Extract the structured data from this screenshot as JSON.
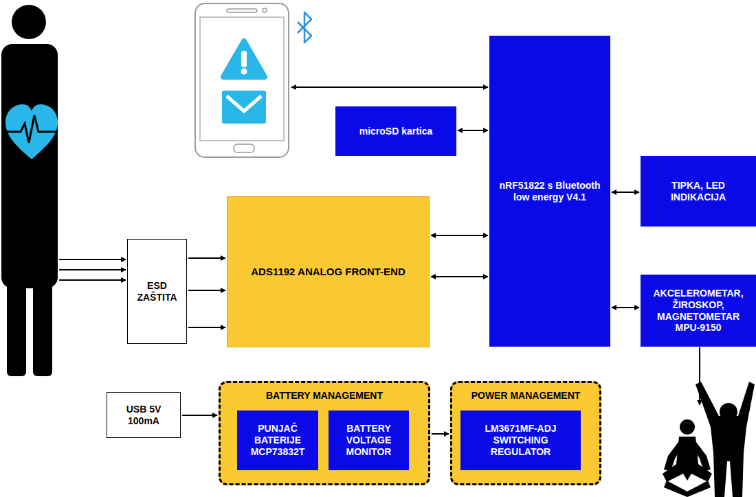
{
  "diagram": {
    "nodes": [
      {
        "text": [
          "microSD kartica"
        ]
      },
      {
        "text": [
          "nRF51822 s Bluetooth low energy V4.1"
        ]
      },
      {
        "text": [
          "TIPKA, LED INDIKACIJA"
        ]
      },
      {
        "text": [
          "ESD ZAŠTITA"
        ]
      },
      {
        "text": [
          "ADS1192 ANALOG FRONT-END"
        ]
      },
      {
        "text": [
          "AKCELEROMETAR, ŽIROSKOP, MAGNETOMETAR MPU-9150"
        ]
      },
      {
        "text": [
          "USB 5V 100mA"
        ]
      },
      {
        "text": [
          "BATTERY MANAGEMENT"
        ]
      },
      {
        "text": [
          "PUNJAČ BATERIJE MCP73832T"
        ],
        "in": 7
      },
      {
        "text": [
          "BATTERY VOLTAGE MONITOR"
        ],
        "in": 7
      },
      {
        "text": [
          "POWER MANAGEMENT"
        ]
      },
      {
        "text": [
          "LM3671MF-ADJ SWITCHING REGULATOR"
        ],
        "in": 10
      }
    ],
    "edges": [
      {
        "from": 0,
        "to": 1,
        "arrow": "both"
      },
      {
        "from": 1,
        "to": 2,
        "arrow": "both"
      },
      {
        "from": 3,
        "to": 4,
        "arrow": "to"
      },
      {
        "from": 3,
        "to": 4,
        "arrow": "to"
      },
      {
        "from": 3,
        "to": 4,
        "arrow": "to"
      },
      {
        "from": 4,
        "to": 1,
        "arrow": "both"
      },
      {
        "from": 4,
        "to": 1,
        "arrow": "both"
      },
      {
        "from": 1,
        "to": 5,
        "arrow": "both"
      },
      {
        "from": 6,
        "to": 7,
        "arrow": "to"
      },
      {
        "from": 7,
        "to": 10,
        "arrow": "to"
      }
    ]
  }
}
